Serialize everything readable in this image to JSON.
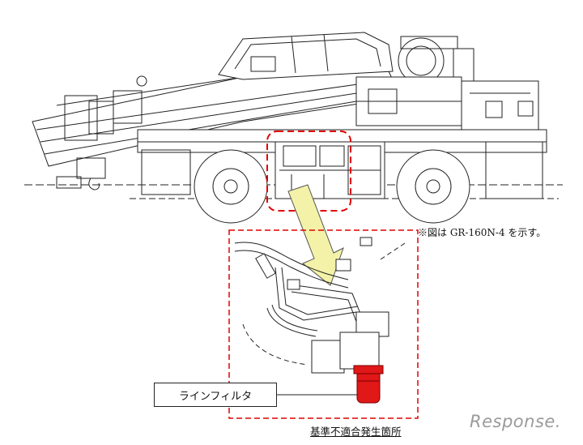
{
  "diagram": {
    "model_note": "※図は GR-160N-4 を示す。",
    "part_label": "ラインフィルタ",
    "caption": "基準不適合発生箇所",
    "watermark": "Response.",
    "highlight_color": "#e00000",
    "arrow_color": "#f4f2a8"
  }
}
